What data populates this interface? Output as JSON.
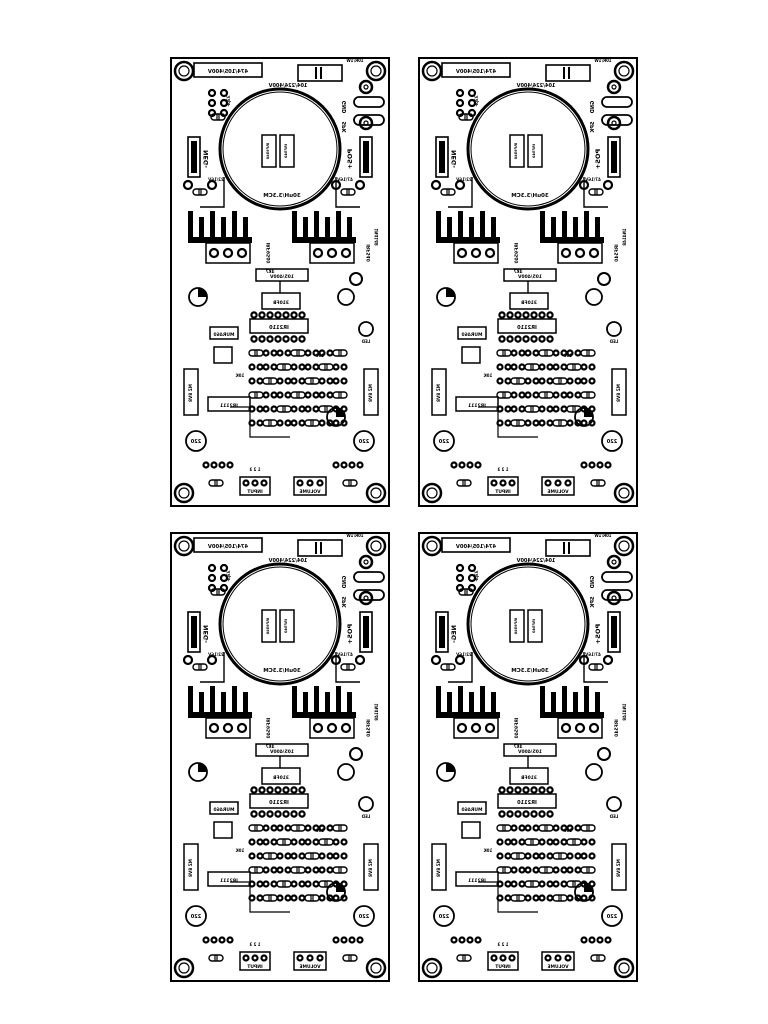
{
  "sheet": {
    "board_count": 4,
    "mirrored": true,
    "colors": {
      "copper": "#000000",
      "board": "#ffffff"
    }
  },
  "board": {
    "top_cap_label": "474/105/400V",
    "cap_label_2": "104/224/400V",
    "small_cap": "33pF",
    "rail_neg": "NEG-",
    "rail_pos": "POS+",
    "gnd": "GND",
    "spk": "SPK",
    "coil": "30uH/3.3CM",
    "coil_res": "10R/1W",
    "cap_22": "22/16V",
    "cap_47": "47/16V",
    "heatsink_label": "1N4148",
    "irf_n": "IRF540",
    "irf_p": "IRF9540",
    "cap_105": "105/400V",
    "mosfet_driver": "IR2110",
    "fuse": "310FB",
    "diode": "MUR460",
    "ic_opamp": "IR2111",
    "mz": "MZ 8V8",
    "cap_220": "220",
    "input": "INPUT",
    "volume": "VOLUME",
    "led": "LED",
    "r_4k7": "4K7",
    "r_10k": "10K",
    "r_100": "100",
    "pin_nums": "1 2 3"
  }
}
